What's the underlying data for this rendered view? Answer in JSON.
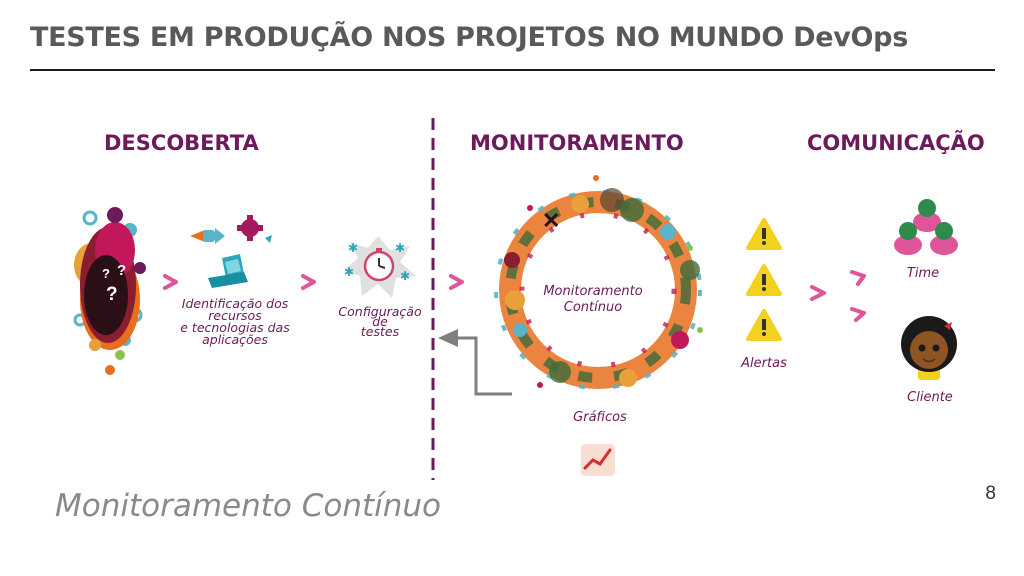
{
  "title": "TESTES EM PRODUÇÃO NOS PROJETOS NO MUNDO DevOps",
  "sections": {
    "discovery": "DESCOBERTA",
    "monitoring": "MONITORAMENTO",
    "communication": "COMUNICAÇÃO"
  },
  "labels": {
    "identification": [
      "Identificação dos",
      "recursos",
      "e tecnologias das",
      "aplicações"
    ],
    "test_config": [
      "Configuração de",
      "testes"
    ],
    "continuous_monitoring": [
      "Monitoramento",
      "Contínuo"
    ],
    "charts": "Gráficos",
    "alerts": "Alertas",
    "team": "Time",
    "client": "Cliente"
  },
  "question_marks": [
    "?",
    "?",
    "?"
  ],
  "footer": "Monitoramento Contínuo",
  "page_number": "8",
  "colors": {
    "title": "#595959",
    "section": "#6b1a5a",
    "arrow": "#e0559a",
    "divider": "#6b1a5a",
    "feedback_arrow": "#7f7f7f",
    "alert": "#f2d21f"
  },
  "icons": [
    "question-cloud-icon",
    "rocket-icon",
    "gear-icon",
    "laptop-icon",
    "stopwatch-icon",
    "monitoring-ring-icon",
    "alert-icon",
    "team-icon",
    "client-avatar-icon",
    "chart-icon"
  ]
}
